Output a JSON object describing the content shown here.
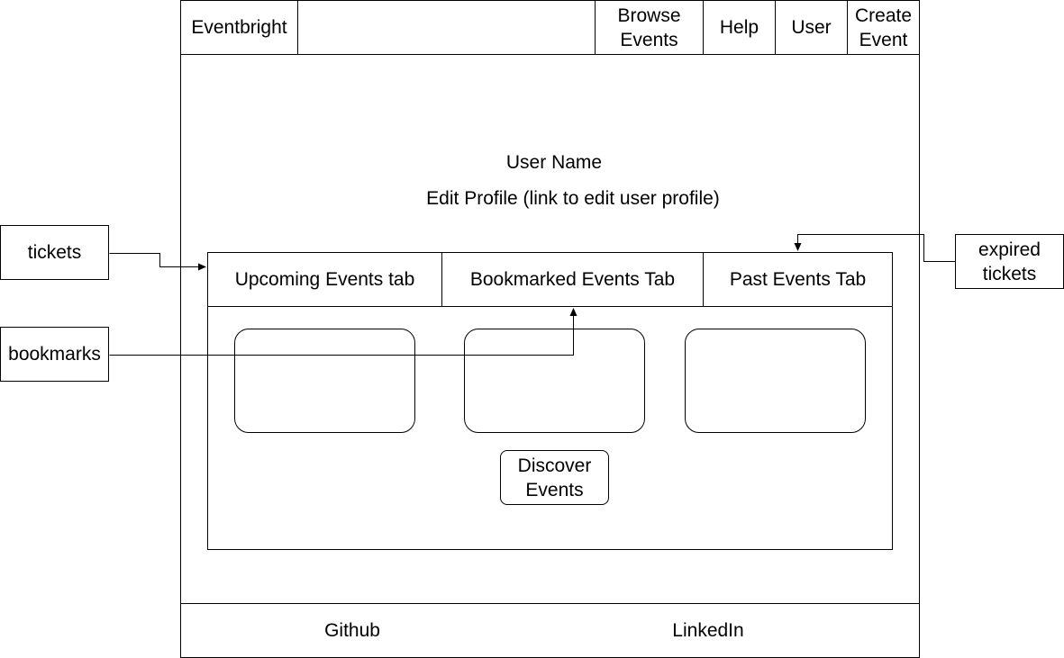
{
  "navbar": {
    "logo": "Eventbright",
    "browse_events": "Browse\nEvents",
    "help": "Help",
    "user": "User",
    "create_event": "Create\nEvent"
  },
  "profile": {
    "user_name": "User Name",
    "edit_profile": "Edit Profile (link to edit user profile)"
  },
  "tabs": {
    "upcoming": "Upcoming Events tab",
    "bookmarked": "Bookmarked Events Tab",
    "past": "Past Events Tab"
  },
  "discover_button": "Discover\nEvents",
  "footer": {
    "github": "Github",
    "linkedin": "LinkedIn"
  },
  "annotations": {
    "tickets": "tickets",
    "bookmarks": "bookmarks",
    "expired_tickets": "expired\ntickets"
  },
  "colors": {
    "stroke": "#000000",
    "background": "#ffffff"
  }
}
